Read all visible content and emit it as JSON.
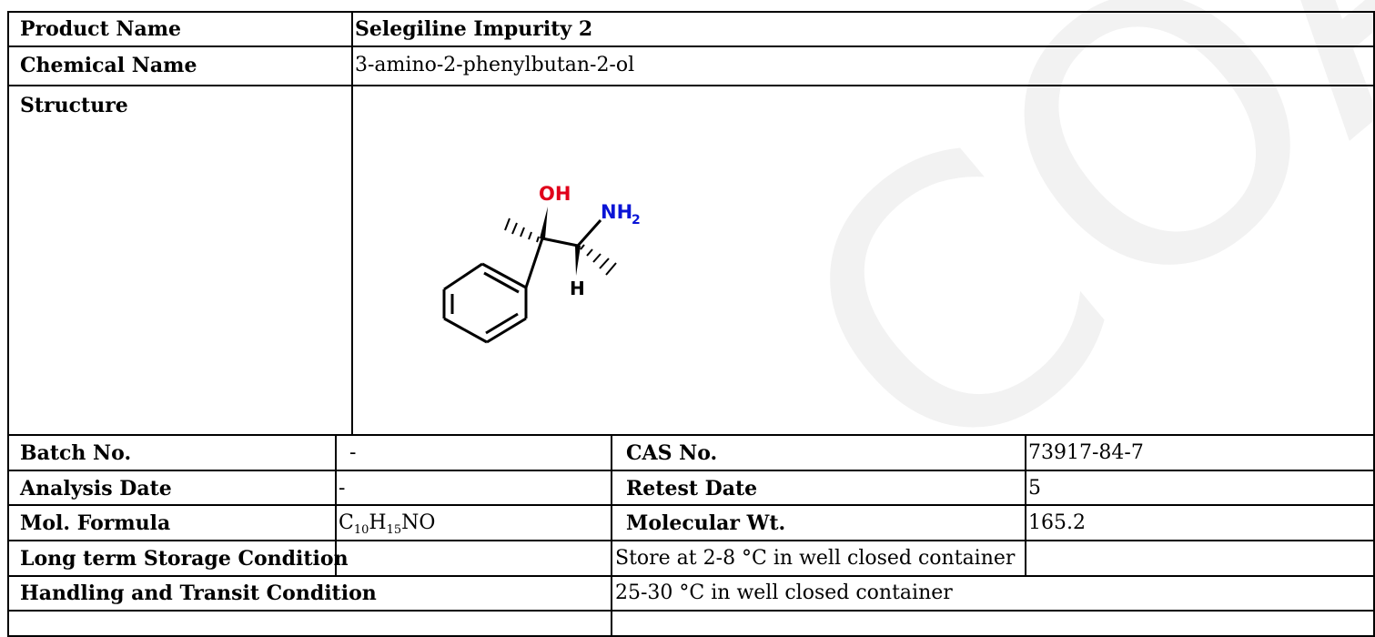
{
  "rows": {
    "product_name": {
      "label": "Product Name",
      "value": "Selegiline Impurity 2"
    },
    "chemical_name": {
      "label": "Chemical Name",
      "value": "3-amino-2-phenylbutan-2-ol"
    },
    "structure": {
      "label": "Structure",
      "atoms": {
        "oh": "OH",
        "nh": "NH",
        "nh_sub": "2",
        "h": "H"
      }
    },
    "batch": {
      "label": "Batch No.",
      "value": "-",
      "label2": "CAS No.",
      "value2": "73917-84-7"
    },
    "analysis": {
      "label": "Analysis Date",
      "value": "-",
      "label2": "Retest Date",
      "value2": "5"
    },
    "formula": {
      "label": "Mol. Formula",
      "c": "C",
      "c_sub": "10",
      "h": "H",
      "h_sub": "15",
      "rest": "NO",
      "label2": "Molecular Wt.",
      "value2": "165.2"
    },
    "storage": {
      "label": "Long term Storage Condition",
      "value": "Store at 2-8 °C in well closed container"
    },
    "handling": {
      "label": "Handling and Transit Condition",
      "value": "25-30 °C in well closed container"
    }
  },
  "watermark": {
    "text": "COA",
    "color": "#f3f3f3"
  }
}
